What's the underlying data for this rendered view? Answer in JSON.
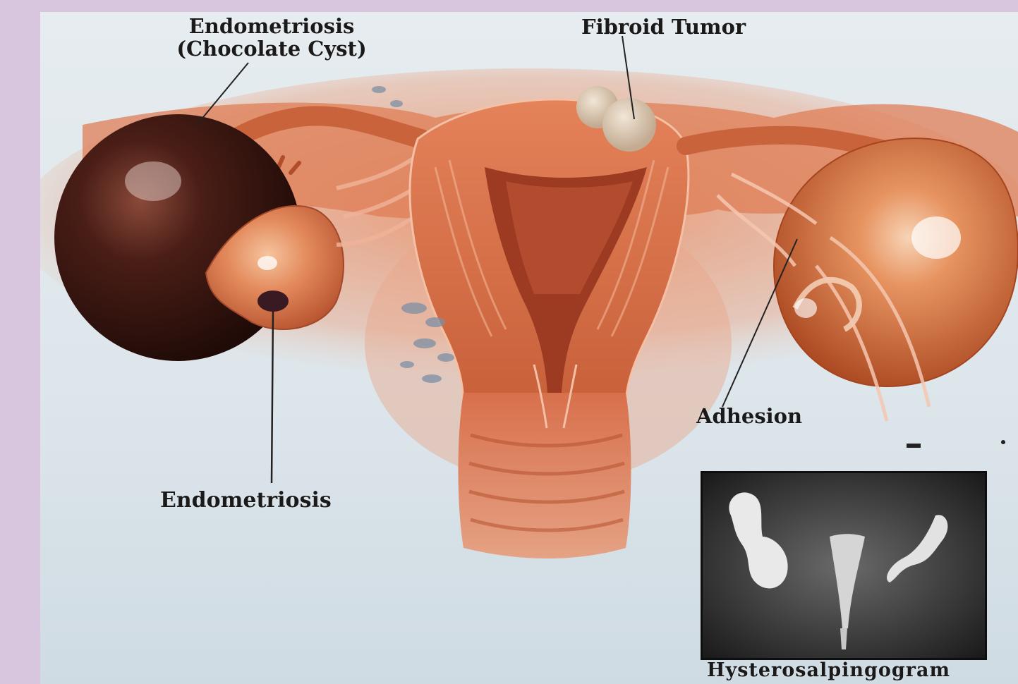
{
  "labels": {
    "endometriosis_cyst_line1": "Endometriosis",
    "endometriosis_cyst_line2": "(Chocolate Cyst)",
    "fibroid_tumor": "Fibroid Tumor",
    "adhesion": "Adhesion",
    "endometriosis": "Endometriosis",
    "hysterosalpingogram": "Hysterosalpingogram"
  },
  "colors": {
    "frame_background": "#d8c6df",
    "slide_background": "#e2e9ed",
    "tissue": "#d9714a",
    "tissue_dark": "#a84a2c",
    "cyst": "#3a1a14",
    "label_text": "#1a1a1a"
  }
}
